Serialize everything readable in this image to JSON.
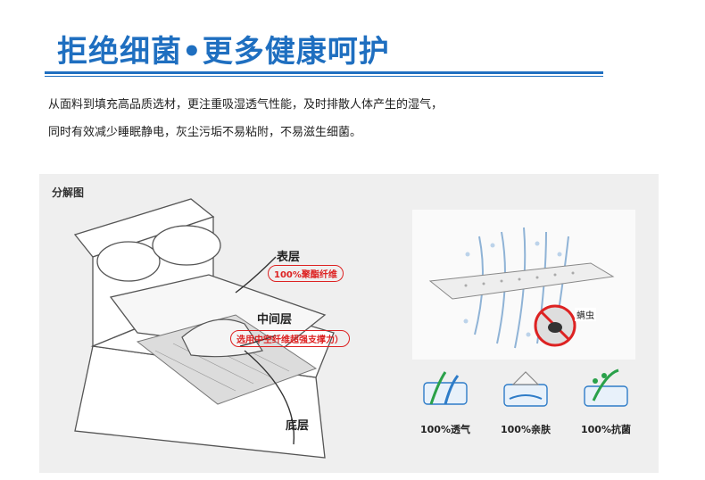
{
  "header": {
    "title": "拒绝细菌•更多健康呵护"
  },
  "intro": {
    "line1": "从面料到填充高品质选材，更注重吸湿透气性能，及时排散人体产生的湿气，",
    "line2": "同时有效减少睡眠静电，灰尘污垢不易粘附，不易滋生细菌。"
  },
  "panel": {
    "label": "分解图",
    "layers": [
      {
        "name": "表层",
        "desc": "100%聚酯纤维"
      },
      {
        "name": "中间层",
        "desc": "选用中空纤维超强支撑力）"
      },
      {
        "name": "底层",
        "desc": ""
      }
    ],
    "mite_label": "螨虫",
    "features": [
      {
        "label": "100%透气",
        "icon": "breathable-icon"
      },
      {
        "label": "100%亲肤",
        "icon": "skin-friendly-icon"
      },
      {
        "label": "100%抗菌",
        "icon": "antibacterial-icon"
      }
    ]
  },
  "colors": {
    "accent": "#1f6fc0",
    "highlight": "#d22222",
    "panel_bg": "#efefef"
  }
}
